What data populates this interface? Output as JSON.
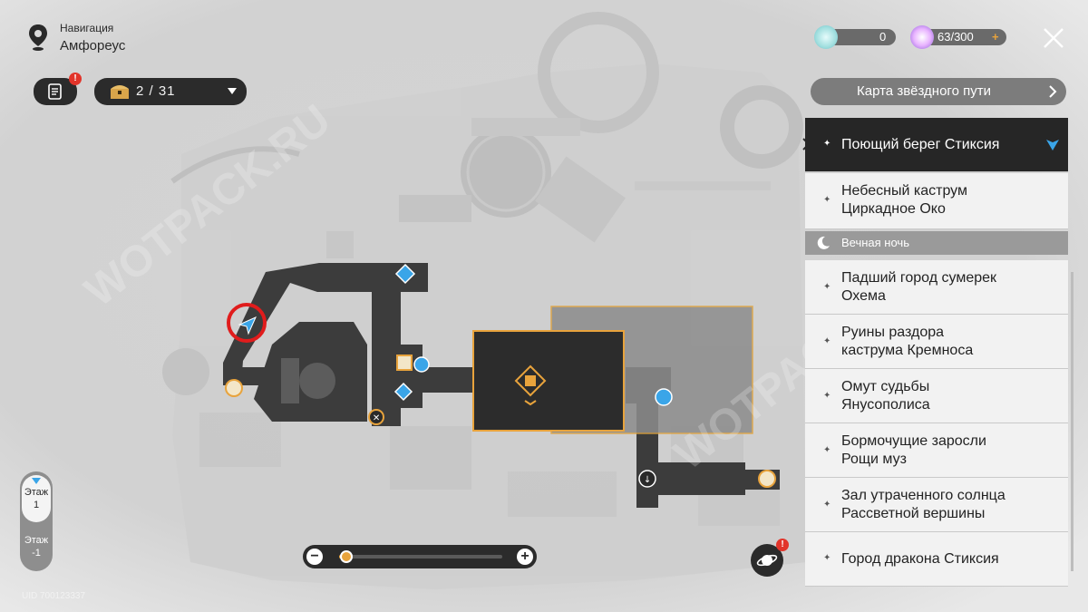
{
  "header": {
    "nav_title": "Навигация",
    "nav_location": "Амфореус"
  },
  "toolbar": {
    "notes_badge": "!",
    "chest_counter": "2 / 31"
  },
  "resources": {
    "first_value": "0",
    "second_value": "63/300",
    "add_symbol": "+"
  },
  "zoom": {
    "minus": "−",
    "plus": "+",
    "level": 0.03
  },
  "floors": [
    {
      "label_top": "Этаж",
      "label_bottom": "1",
      "active": true
    },
    {
      "label_top": "Этаж",
      "label_bottom": "-1",
      "active": false
    }
  ],
  "uid": "UID 700123337",
  "planet_badge": "!",
  "watermark": "WOTPACK.RU",
  "panel": {
    "header": "Карта звёздного пути",
    "items": [
      {
        "lines": [
          "Поющий берег Стиксия"
        ],
        "active": true
      },
      {
        "lines": [
          "Небесный каструм",
          "Циркадное Око"
        ],
        "active": false
      }
    ],
    "section": "Вечная ночь",
    "section_items": [
      {
        "lines": [
          "Падший город сумерек",
          "Охема"
        ]
      },
      {
        "lines": [
          "Руины раздора",
          "каструма Кремноса"
        ]
      },
      {
        "lines": [
          "Омут судьбы",
          "Янусополиса"
        ]
      },
      {
        "lines": [
          "Бормочущие заросли",
          "Рощи муз"
        ]
      },
      {
        "lines": [
          "Зал утраченного солнца",
          "Рассветной вершины"
        ]
      },
      {
        "lines": [
          "Город дракона Стиксия"
        ]
      }
    ]
  },
  "colors": {
    "accent_orange": "#e8a33c",
    "marker_blue": "#3aa5e8",
    "dark_ui": "#2b2b2b",
    "active_item": "#262626",
    "highlight_red": "#e2342a"
  }
}
